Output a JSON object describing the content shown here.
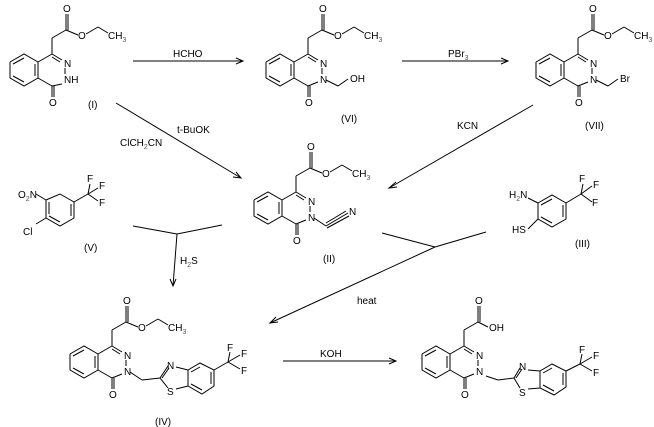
{
  "colors": {
    "background": "#ffffff",
    "ink": "#000000",
    "subscript": "#555555"
  },
  "compounds": {
    "I": {
      "label": "(I)",
      "atoms": {
        "O_top": "O",
        "O_ester": "O",
        "CH3": "CH",
        "CH3_sub": "3",
        "N1": "N",
        "NH": "NH",
        "O_ring": "O"
      }
    },
    "VI": {
      "label": "(VI)",
      "atoms": {
        "O_top": "O",
        "O_ester": "O",
        "CH3": "CH",
        "CH3_sub": "3",
        "N1": "N",
        "N2": "N",
        "OH": "OH",
        "O_ring": "O"
      }
    },
    "VII": {
      "label": "(VII)",
      "atoms": {
        "O_top": "O",
        "O_ester": "O",
        "CH3": "CH",
        "CH3_sub": "3",
        "N1": "N",
        "N2": "N",
        "Br": "Br",
        "O_ring": "O"
      }
    },
    "II": {
      "label": "(II)",
      "atoms": {
        "O_top": "O",
        "O_ester": "O",
        "CH3": "CH",
        "CH3_sub": "3",
        "N1": "N",
        "N2": "N",
        "CN_N": "N",
        "O_ring": "O"
      }
    },
    "V": {
      "label": "(V)",
      "atoms": {
        "O2N_O": "O",
        "O2N_sub": "2",
        "O2N_N": "N",
        "Cl": "Cl",
        "F1": "F",
        "F2": "F",
        "F3": "F"
      }
    },
    "III": {
      "label": "(III)",
      "atoms": {
        "H2N_H": "H",
        "H2N_sub": "2",
        "H2N_N": "N",
        "HS": "HS",
        "F1": "F",
        "F2": "F",
        "F3": "F"
      }
    },
    "IV": {
      "label": "(IV)",
      "atoms": {
        "O_top": "O",
        "O_ester": "O",
        "CH3": "CH",
        "CH3_sub": "3",
        "N1": "N",
        "N2": "N",
        "O_ring": "O",
        "Nt": "N",
        "S": "S",
        "F1": "F",
        "F2": "F",
        "F3": "F"
      }
    },
    "acid": {
      "label": "",
      "atoms": {
        "O_top": "O",
        "OH": "OH",
        "N1": "N",
        "N2": "N",
        "O_ring": "O",
        "Nt": "N",
        "S": "S",
        "F1": "F",
        "F2": "F",
        "F3": "F"
      }
    }
  },
  "reagents": {
    "hcho": "HCHO",
    "pbr3": "PBr",
    "pbr3_sub": "3",
    "kcn": "KCN",
    "tbuok": "t-BuOK",
    "clch2cn_a": "ClCH",
    "clch2cn_sub": "2",
    "clch2cn_b": "CN",
    "h2s_a": "H",
    "h2s_sub": "2",
    "h2s_b": "S",
    "heat": "heat",
    "koh": "KOH"
  }
}
